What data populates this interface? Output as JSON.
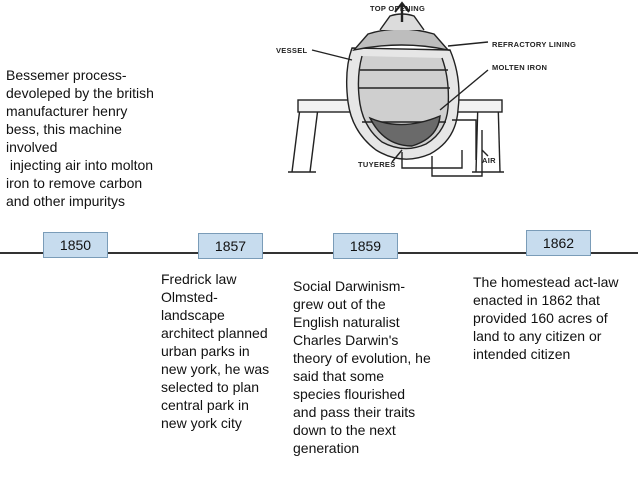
{
  "diagram": {
    "labels": {
      "top_opening": "TOP OPENING",
      "vessel": "VESSEL",
      "refractory_lining": "REFRACTORY LINING",
      "molten_iron": "MOLTEN IRON",
      "tuyeres": "TUYERES",
      "air": "AIR"
    }
  },
  "bessemer_note": "Bessemer process-\ndevoleped by the british\nmanufacturer henry\nbess, this machine\ninvolved\n injecting air into molton\niron to remove carbon\nand other impuritys",
  "timeline": {
    "events": [
      {
        "year": "1850",
        "description": ""
      },
      {
        "year": "1857",
        "description": "Fredrick law\nOlmsted-\nlandscape\narchitect planned\nurban parks in\nnew york, he was\nselected to plan\ncentral park in\nnew york city"
      },
      {
        "year": "1859",
        "description": "Social Darwinism-\ngrew out of the\nEnglish naturalist\nCharles Darwin's\ntheory of evolution, he\nsaid that some\nspecies flourished\nand pass their traits\ndown to the next\ngeneration"
      },
      {
        "year": "1862",
        "description": "The homestead act-law\nenacted in 1862 that\nprovided 160 acres of\nland to any citizen or\nintended citizen"
      }
    ]
  }
}
